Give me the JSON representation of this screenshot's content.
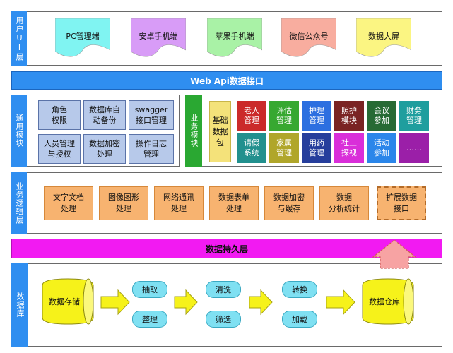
{
  "user_layer": {
    "label": "用户UI层",
    "items": [
      "PC管理端",
      "安卓手机端",
      "苹果手机端",
      "微信公众号",
      "数据大屏"
    ],
    "colors": [
      "#80f4f2",
      "#d89cf7",
      "#a9f2a6",
      "#f8ad9f",
      "#fbf582"
    ]
  },
  "api_band": {
    "label": "Web Api数据接口",
    "color": "#2f8ef0"
  },
  "common_modules": {
    "label": "通用模块",
    "items": [
      "角色\n权限",
      "数据库自\n动备份",
      "swagger\n接口管理",
      "人员管理\n与授权",
      "数据加密\n处理",
      "操作日志\n管理"
    ]
  },
  "business_modules": {
    "label": "业务模块",
    "base_package": "基础\n数据\n包",
    "tiles": [
      {
        "text": "老人\n管理",
        "color": "#cb2a2a"
      },
      {
        "text": "评估\n管理",
        "color": "#37a831"
      },
      {
        "text": "护理\n管理",
        "color": "#2c6fe0"
      },
      {
        "text": "照护\n模块",
        "color": "#7a2323"
      },
      {
        "text": "会议\n参加",
        "color": "#276a34"
      },
      {
        "text": "财务\n管理",
        "color": "#1f9e9e"
      },
      {
        "text": "请假\n系统",
        "color": "#22908e"
      },
      {
        "text": "家属\n管理",
        "color": "#b0a62a"
      },
      {
        "text": "用药\n管理",
        "color": "#263e9c"
      },
      {
        "text": "社工\n探视",
        "color": "#d92ed9"
      },
      {
        "text": "活动\n参加",
        "color": "#2b86ea"
      },
      {
        "text": "……",
        "color": "#9b1fa8"
      }
    ]
  },
  "logic_layer": {
    "label": "业务逻辑层",
    "items": [
      "文字文档\n处理",
      "图像图形\n处理",
      "网络通讯\n处理",
      "数据表单\n处理",
      "数据加密\n与缓存",
      "数据\n分析统计",
      "扩展数据\n接口"
    ]
  },
  "persistence_band": {
    "label": "数据持久层",
    "color": "#f21af2"
  },
  "database_layer": {
    "label": "数据库",
    "source": "数据存储",
    "target": "数据仓库",
    "ops": [
      "抽取",
      "整理",
      "清洗",
      "筛选",
      "转换",
      "加载"
    ]
  }
}
